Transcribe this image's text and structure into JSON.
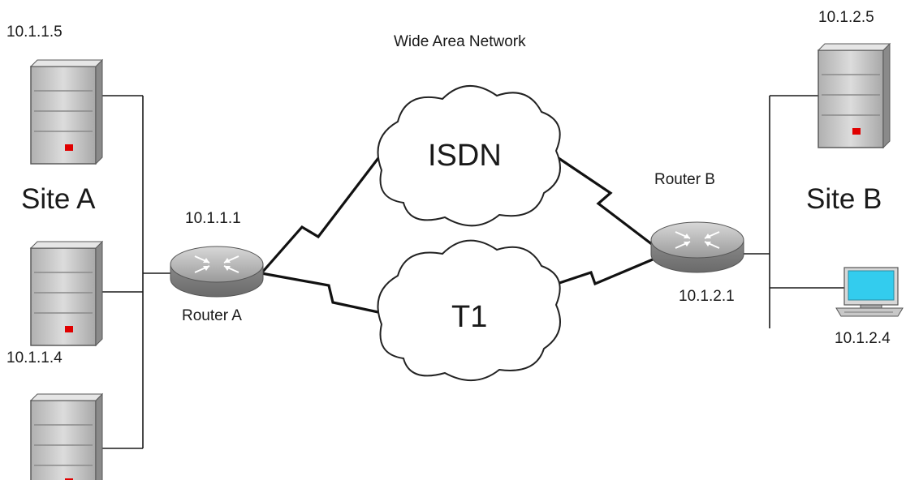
{
  "title": "Wide Area Network",
  "sites": {
    "a": "Site A",
    "b": "Site B"
  },
  "routers": {
    "a": {
      "label": "Router A",
      "ip": "10.1.1.1"
    },
    "b": {
      "label": "Router B",
      "ip": "10.1.2.1"
    }
  },
  "clouds": {
    "isdn": "ISDN",
    "t1": "T1"
  },
  "hosts": {
    "a1": "10.1.1.5",
    "a2": "10.1.1.4",
    "b_server": "10.1.2.5",
    "b_pc": "10.1.2.4"
  },
  "colors": {
    "line": "#1a1a1a",
    "server_body": "#c8c8c8",
    "server_light": "#e0e0e0",
    "server_led": "#e00000",
    "router_body": "#b4b4b4",
    "monitor_screen": "#33ccee",
    "cloud_fill": "#ffffff"
  }
}
